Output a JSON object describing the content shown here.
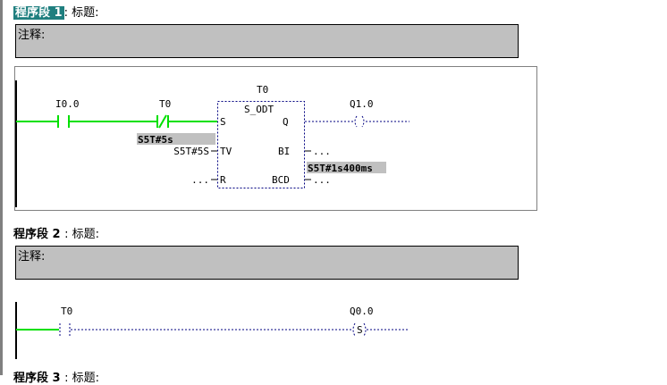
{
  "network1": {
    "label": "程序段 1",
    "title": ": 标题:",
    "comment": "注释:",
    "contact_no": "I0.0",
    "contact_nc": "T0",
    "timer": "T0",
    "timer_type": "S_ODT",
    "pin_s": "S",
    "pin_q": "Q",
    "pin_tv": "TV",
    "pin_bi": "BI",
    "pin_r": "R",
    "pin_bcd": "BCD",
    "tv_value": "S5T#5S",
    "tv_monitor": "S5T#5s",
    "bi_out": "...",
    "bcd_out": "...",
    "r_in": "...",
    "bcd_monitor": "S5T#1s400ms",
    "coil": "Q1.0"
  },
  "network2": {
    "label": "程序段 2",
    "title": ": 标题:",
    "comment": "注释:",
    "contact": "T0",
    "coil": "Q0.0",
    "coil_type": "S"
  },
  "network3": {
    "label": "程序段 3",
    "title": ": 标题:"
  },
  "colors": {
    "power_flow": "#00e000",
    "no_flow": "#000080",
    "selection": "#1f7f7f",
    "comment_bg": "#c0c0c0"
  }
}
